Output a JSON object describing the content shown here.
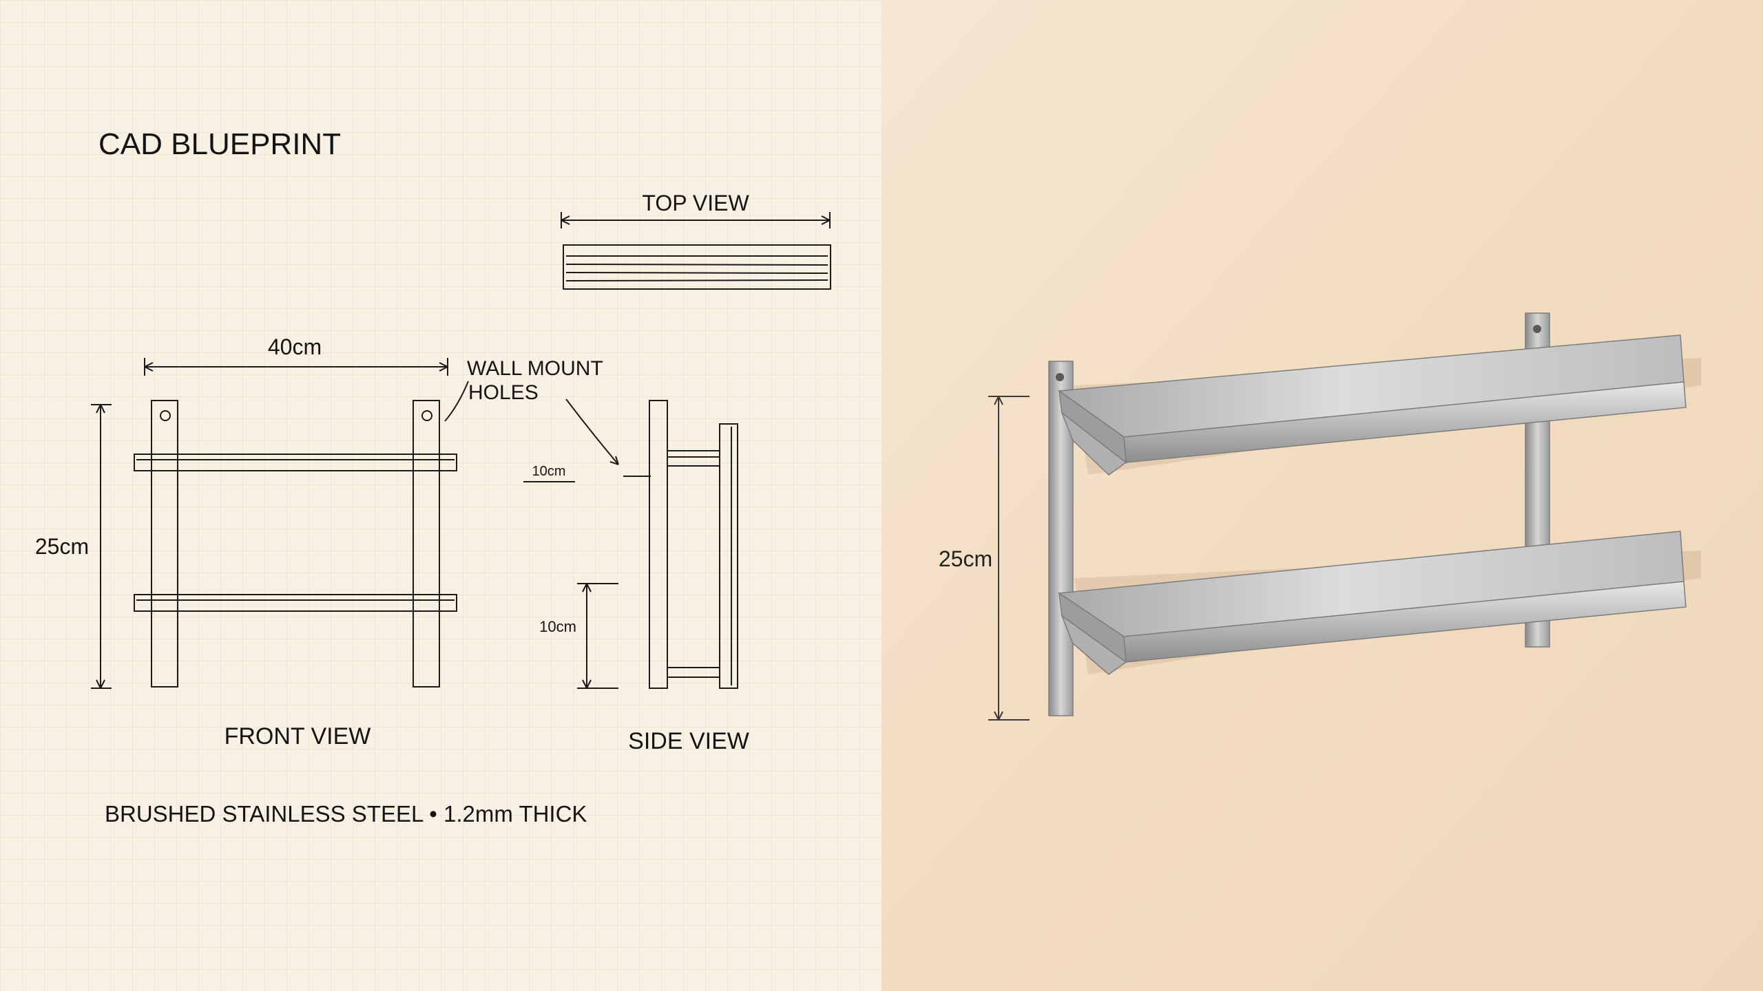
{
  "blueprint": {
    "title": "CAD BLUEPRINT",
    "top_view": {
      "label": "TOP VIEW"
    },
    "front_view": {
      "label": "FRONT VIEW",
      "width_label": "40cm",
      "height_label": "25cm",
      "callout": [
        "WALL MOUNT",
        "HOLES"
      ]
    },
    "side_view": {
      "label": "SIDE VIEW",
      "depth_label": "10cm",
      "lower_label": "10cm"
    },
    "material_note": "BRUSHED STAINLESS STEEL • 1.2mm THICK"
  },
  "photo": {
    "height_label": "25cm"
  },
  "colors": {
    "paper": "#f8f1e3",
    "grid": "#e6dccb",
    "ink": "#1a1a1a",
    "wall": "#f2dcc0",
    "steel_light": "#d9d9d9",
    "steel_dark": "#8f8f8f"
  }
}
